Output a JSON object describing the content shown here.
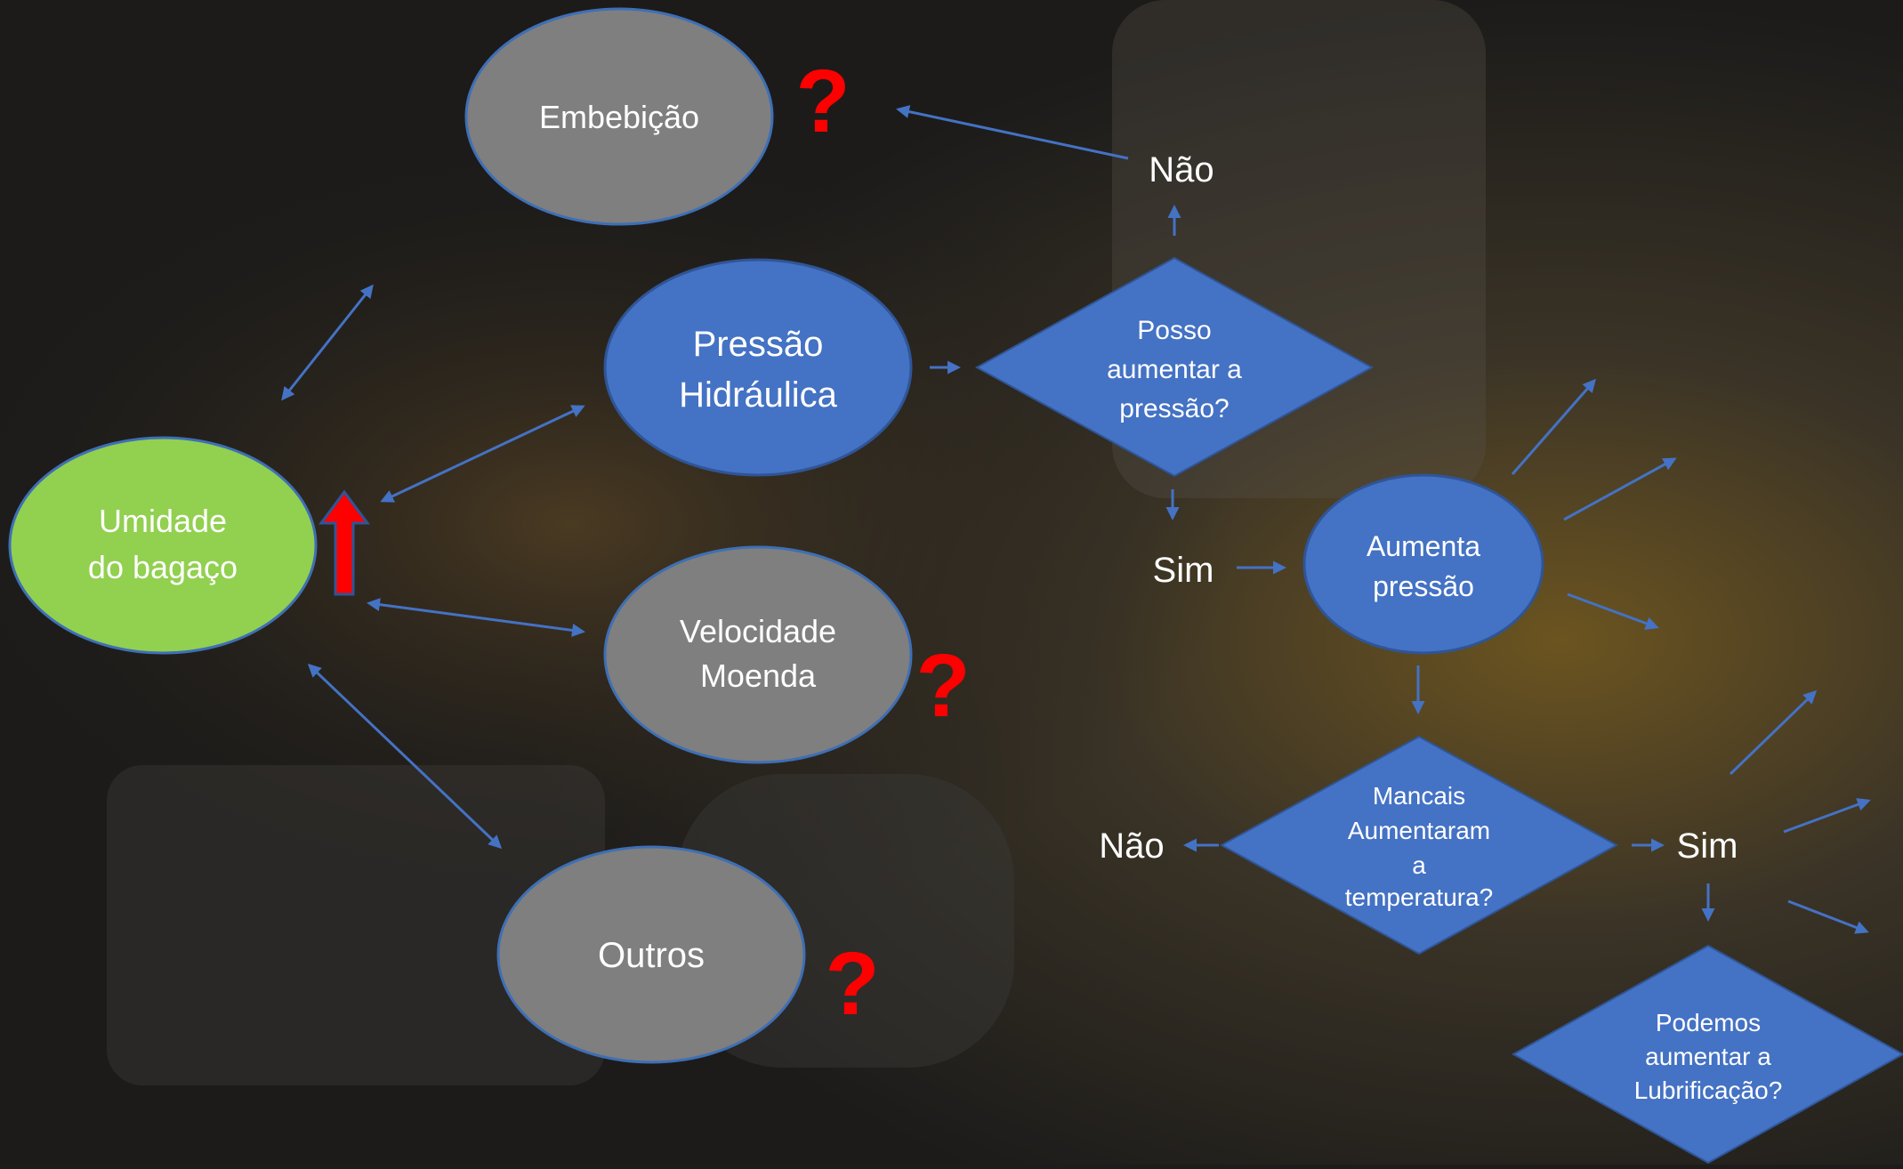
{
  "colors": {
    "blue": "#4472c4",
    "gray": "#7f7f7f",
    "green": "#92d050",
    "red": "#ff0000",
    "arrow": "#4472c4",
    "text_white": "#ffffff"
  },
  "nodes": {
    "umidade": {
      "line1": "Umidade",
      "line2": "do bagaço"
    },
    "embebicao": {
      "label": "Embebição"
    },
    "pressao": {
      "line1": "Pressão",
      "line2": "Hidráulica"
    },
    "velocidade": {
      "line1": "Velocidade",
      "line2": "Moenda"
    },
    "outros": {
      "label": "Outros"
    },
    "aumenta": {
      "line1": "Aumenta",
      "line2": "pressão"
    }
  },
  "decisions": {
    "posso": {
      "line1": "Posso",
      "line2": "aumentar a",
      "line3": "pressão?"
    },
    "mancais": {
      "line1": "Mancais",
      "line2": "Aumentaram",
      "line3": "a",
      "line4": "temperatura?"
    },
    "podemos": {
      "line1": "Podemos",
      "line2": "aumentar a",
      "line3": "Lubrificação?"
    }
  },
  "labels": {
    "nao_top": "Não",
    "sim_mid": "Sim",
    "nao_bottom": "Não",
    "sim_bottom": "Sim"
  },
  "marks": {
    "question": "?"
  }
}
